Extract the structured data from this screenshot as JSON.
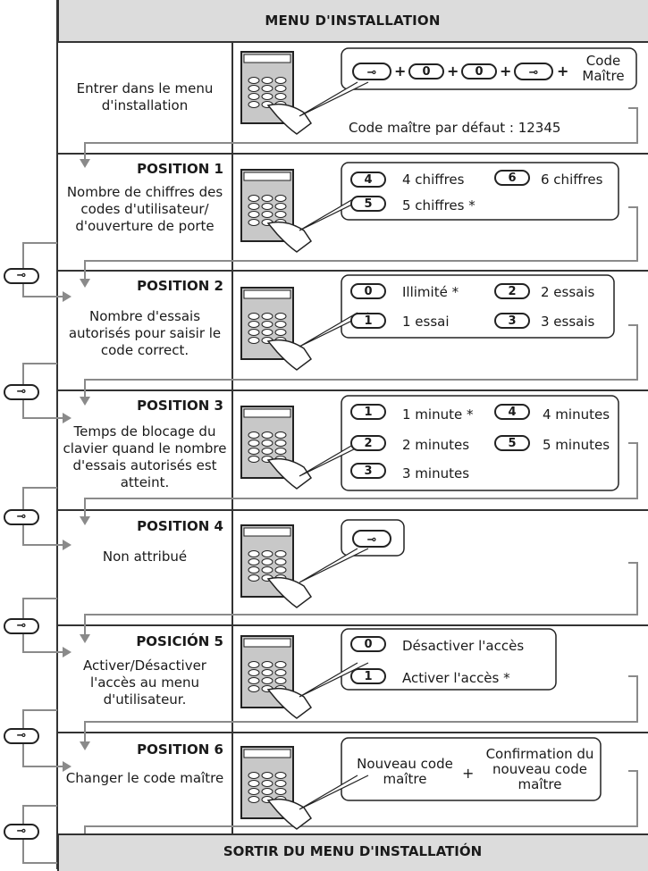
{
  "header": {
    "title": "MENU D'INSTALLATION"
  },
  "footer": {
    "title": "SORTIR DU MENU D'INSTALLATIÓN"
  },
  "entry": {
    "label": "Entrer dans le menu d'installation",
    "sequence": [
      "0",
      "0"
    ],
    "code_label": "Code Maître",
    "default_code": "Code maître par défaut : 12345"
  },
  "positions": [
    {
      "title": "POSITION 1",
      "description": "Nombre de chiffres des codes d'utilisateur/ d'ouverture de porte",
      "options": [
        {
          "key": "4",
          "label": "4 chiffres"
        },
        {
          "key": "6",
          "label": "6 chiffres"
        },
        {
          "key": "5",
          "label": "5 chiffres *"
        }
      ]
    },
    {
      "title": "POSITION 2",
      "description": "Nombre d'essais autorisés pour saisir le code correct.",
      "options": [
        {
          "key": "0",
          "label": "Illimité *"
        },
        {
          "key": "2",
          "label": "2 essais"
        },
        {
          "key": "1",
          "label": "1 essai"
        },
        {
          "key": "3",
          "label": "3 essais"
        }
      ]
    },
    {
      "title": "POSITION 3",
      "description": "Temps de blocage du clavier quand le nombre d'essais autorisés est atteint.",
      "options": [
        {
          "key": "1",
          "label": "1 minute *"
        },
        {
          "key": "4",
          "label": "4 minutes"
        },
        {
          "key": "2",
          "label": "2 minutes"
        },
        {
          "key": "5",
          "label": "5 minutes"
        },
        {
          "key": "3",
          "label": "3 minutes"
        }
      ]
    },
    {
      "title": "POSITION 4",
      "description": "Non attribué",
      "options": []
    },
    {
      "title": "POSICIÓN 5",
      "description": "Activer/Désactiver l'accès au menu d'utilisateur.",
      "options": [
        {
          "key": "0",
          "label": "Désactiver l'accès"
        },
        {
          "key": "1",
          "label": "Activer l'accès *"
        }
      ]
    },
    {
      "title": "POSITION 6",
      "description": "Changer le code maître",
      "new_code": "Nouveau code maître",
      "plus": "+",
      "confirm": "Confirmation du nouveau code maître"
    }
  ],
  "icons": {
    "key_icon": "key-icon",
    "keypad_icon": "keypad-hand-icon"
  }
}
